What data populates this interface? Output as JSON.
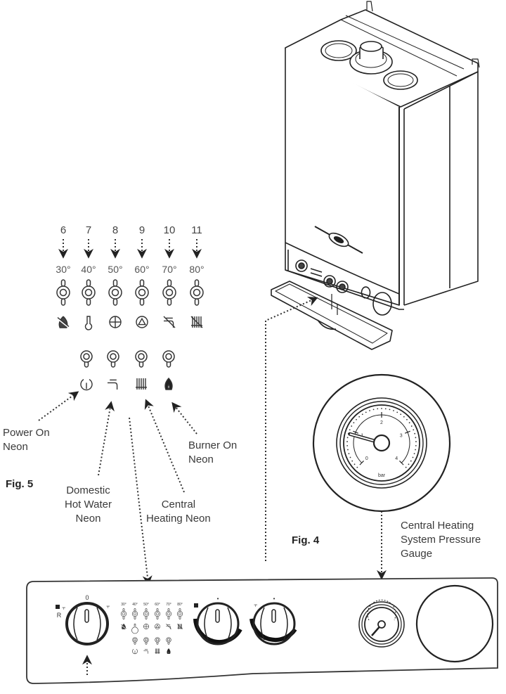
{
  "figures": {
    "fig4": {
      "label": "Fig. 4",
      "callout": [
        "Central Heating",
        "System Pressure",
        "Gauge"
      ]
    },
    "fig5": {
      "label": "Fig. 5"
    }
  },
  "indicators": {
    "numbers": [
      "6",
      "7",
      "8",
      "9",
      "10",
      "11"
    ],
    "temperatures": [
      "30°",
      "40°",
      "50°",
      "60°",
      "70°",
      "80°"
    ],
    "symbols": [
      "flame-crossed-icon",
      "thermometer-icon",
      "fan-icon",
      "pump-triangle-icon",
      "tap-crossed-icon",
      "radiator-crossed-icon"
    ]
  },
  "neons": [
    {
      "symbol": "power-icon",
      "label": [
        "Power On",
        "Neon"
      ]
    },
    {
      "symbol": "tap-icon",
      "label": [
        "Domestic",
        "Hot Water",
        "Neon"
      ]
    },
    {
      "symbol": "radiator-icon",
      "label": [
        "Central",
        "Heating Neon"
      ]
    },
    {
      "symbol": "flame-icon",
      "label": [
        "Burner On",
        "Neon"
      ]
    }
  ],
  "gauge": {
    "unit": "bar",
    "scale": [
      "0",
      "1",
      "2",
      "3",
      "4"
    ],
    "reading_bar": 0.9
  },
  "control_panel": {
    "selector_knob": {
      "top_label": "0",
      "left_label": "R"
    },
    "temp_labels": [
      "30°",
      "40°",
      "50°",
      "60°",
      "70°",
      "80°"
    ],
    "ch_knob": {
      "marker": "•"
    },
    "dhw_knob": {
      "marker": "•"
    }
  }
}
